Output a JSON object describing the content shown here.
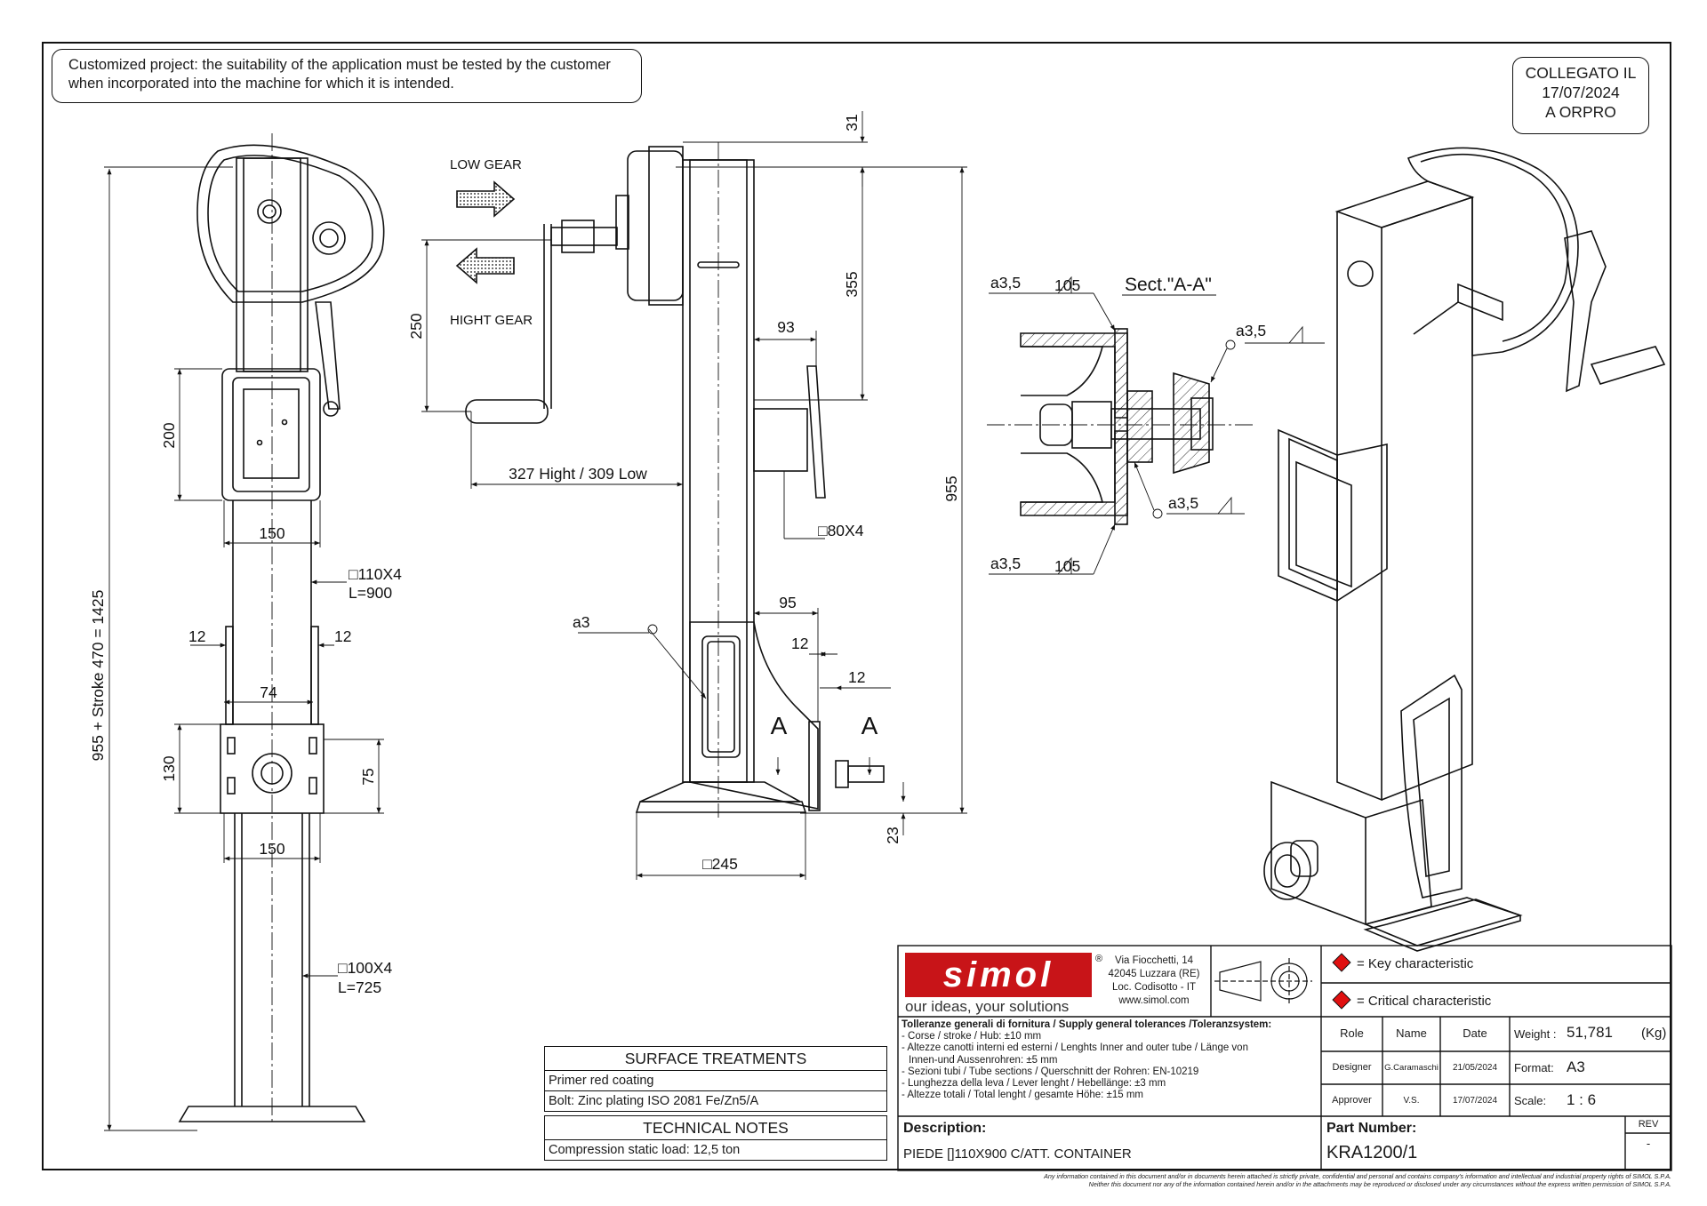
{
  "notice": {
    "line1": "Customized project: the suitability of the application must be tested by the customer",
    "line2": "when incorporated into the machine for which it is intended."
  },
  "stamp": {
    "line1": "COLLEGATO IL",
    "line2": "17/07/2024",
    "line3": "A ORPRO"
  },
  "front_view": {
    "dim_total": "955 + Stroke 470 = 1425",
    "dim_200": "200",
    "dim_150_top": "150",
    "tube_outer": "□110X4",
    "tube_outer_len": "L=900",
    "dim_12_left": "12",
    "dim_12_right": "12",
    "dim_74": "74",
    "dim_130": "130",
    "dim_75": "75",
    "dim_150_bottom": "150",
    "tube_inner": "□100X4",
    "tube_inner_len": "L=725"
  },
  "side_view": {
    "low_gear": "LOW GEAR",
    "high_gear": "HIGHT GEAR",
    "dim_250": "250",
    "dim_crank": "327 Hight / 309 Low",
    "dim_31": "31",
    "dim_355": "355",
    "dim_955": "955",
    "dim_93": "93",
    "plate": "□80X4",
    "weld_a3": "a3",
    "dim_95": "95",
    "dim_12a": "12",
    "dim_12b": "12",
    "section_mark_left": "A",
    "section_mark_right": "A",
    "dim_23": "23",
    "foot": "□245"
  },
  "section": {
    "title": "Sect.\"A-A\"",
    "weld_top": "a3,5",
    "weld_top_num": "105",
    "weld_right": "a3,5",
    "weld_mid": "a3,5",
    "weld_bottom": "a3,5",
    "weld_bottom_num": "105"
  },
  "surface_treatments": {
    "title": "SURFACE TREATMENTS",
    "row1": "Primer red coating",
    "row2": "Bolt: Zinc plating ISO 2081 Fe/Zn5/A"
  },
  "technical_notes": {
    "title": "TECHNICAL NOTES",
    "row1": "Compression static load: 12,5 ton"
  },
  "title_block": {
    "logo_text": "simol",
    "reg": "®",
    "tagline": "our ideas, your solutions",
    "addr1": "Via Fiocchetti, 14",
    "addr2": "42045 Luzzara (RE)",
    "addr3": "Loc. Codisotto - IT",
    "addr4": "www.simol.com",
    "key_char": "= Key characteristic",
    "crit_char": "= Critical characteristic",
    "tol_title": "Tolleranze generali di fornitura / Supply general tolerances /Toleranzsystem:",
    "tol1": "- Corse / stroke / Hub: ±10 mm",
    "tol2": "- Altezze canotti interni ed esterni / Lenghts Inner and outer tube / Länge von",
    "tol2b": "  Innen-und Aussenrohren: ±5 mm",
    "tol3": "- Sezioni tubi / Tube sections / Querschnitt der Rohren: EN-10219",
    "tol4": "- Lunghezza della leva / Lever lenght / Hebellänge: ±3 mm",
    "tol5": "- Altezze totali / Total lenght / gesamte Höhe: ±15 mm",
    "col_role": "Role",
    "col_name": "Name",
    "col_date": "Date",
    "designer": "Designer",
    "designer_name": "G.Caramaschi",
    "designer_date": "21/05/2024",
    "approver": "Approver",
    "approver_name": "V.S.",
    "approver_date": "17/07/2024",
    "weight_label": "Weight :",
    "weight": "51,781",
    "weight_unit": "(Kg)",
    "format_label": "Format:",
    "format": "A3",
    "scale_label": "Scale:",
    "scale": "1 : 6",
    "desc_label": "Description:",
    "desc": "PIEDE []110X900 C/ATT. CONTAINER",
    "pn_label": "Part Number:",
    "pn": "KRA1200/1",
    "rev_label": "REV",
    "rev": "-"
  },
  "disclaimer": {
    "line1": "Any information contained in this document and/or in documents herein attached is strictly private, confidential and personal and contains company's information and intellectual and industrial property rights of  SIMOL S.P.A.",
    "line2": "Neither this document nor any of the information contained herein and/or in the attachments may be reproduced or disclosed under any circumstances without the express written permission of  SIMOL S.P.A."
  }
}
